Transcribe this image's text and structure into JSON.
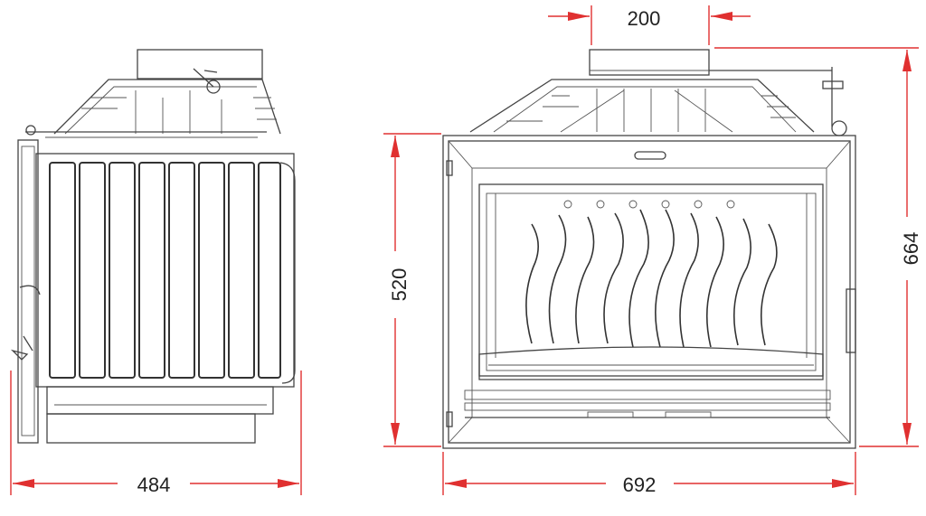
{
  "dimensions": {
    "side_depth": "484",
    "front_width": "692",
    "flue_diameter": "200",
    "glass_height": "520",
    "total_height": "664"
  },
  "colors": {
    "dimension_line": "#e03030",
    "outline": "#444444",
    "text": "#222222"
  }
}
